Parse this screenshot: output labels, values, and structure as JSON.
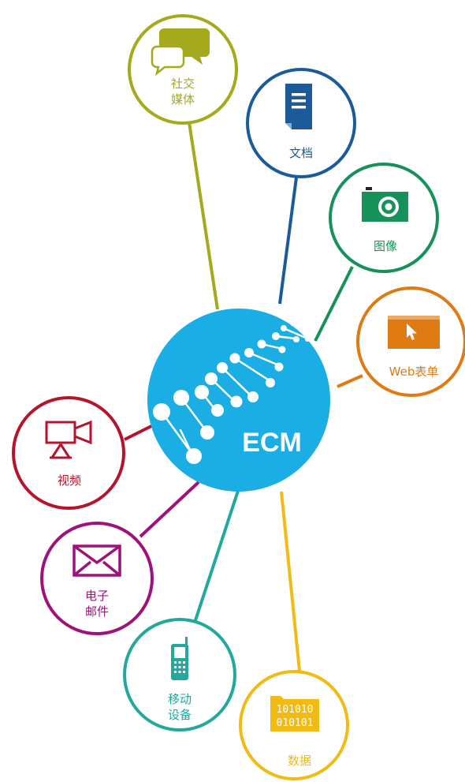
{
  "center": {
    "label": "ECM",
    "color": "#1aaee5"
  },
  "nodes": [
    {
      "id": "social",
      "label_lines": [
        "社交",
        "媒体"
      ],
      "color": "#a5aa1d",
      "icon": "speech-bubbles-icon"
    },
    {
      "id": "document",
      "label_lines": [
        "文档"
      ],
      "color": "#1c5b9b",
      "icon": "document-icon"
    },
    {
      "id": "image",
      "label_lines": [
        "图像"
      ],
      "color": "#16915a",
      "icon": "camera-icon"
    },
    {
      "id": "webform",
      "label_lines": [
        "Web表单"
      ],
      "color": "#e07b14",
      "icon": "browser-cursor-icon"
    },
    {
      "id": "video",
      "label_lines": [
        "视频"
      ],
      "color": "#b3152c",
      "icon": "video-camera-icon"
    },
    {
      "id": "email",
      "label_lines": [
        "电子",
        "邮件"
      ],
      "color": "#a0117c",
      "icon": "envelope-icon"
    },
    {
      "id": "mobile",
      "label_lines": [
        "移动",
        "设备"
      ],
      "color": "#22a89c",
      "icon": "mobile-phone-icon"
    },
    {
      "id": "data",
      "label_lines": [
        "数据"
      ],
      "color": "#f2bb14",
      "icon": "binary-data-icon",
      "binary_lines": [
        "101010",
        "010101"
      ]
    }
  ]
}
